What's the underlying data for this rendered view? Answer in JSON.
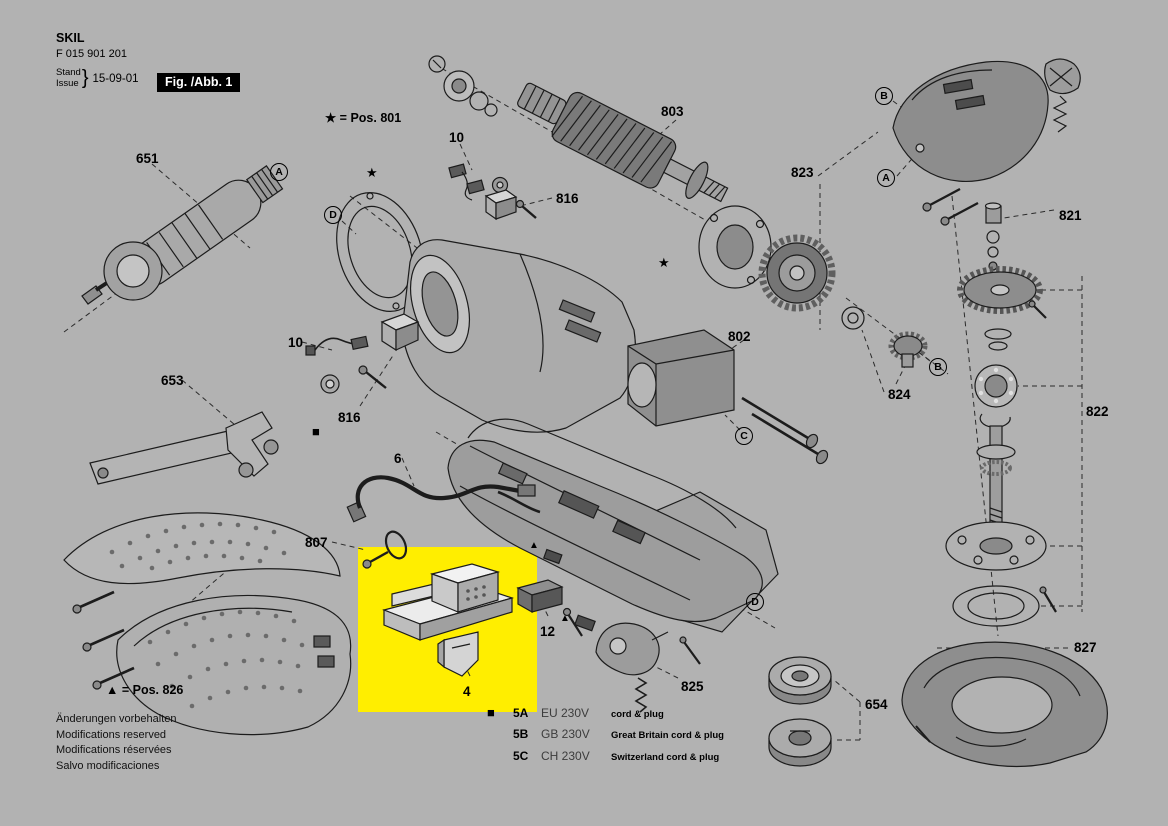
{
  "header": {
    "brand": "SKIL",
    "model_number": "F 015 901 201",
    "stand_label": "Stand",
    "issue_label": "Issue",
    "brace": "}",
    "date": "15-09-01",
    "figure_label": "Fig. /Abb. 1"
  },
  "legend": {
    "star_note": "★ = Pos. 801",
    "triangle_note": "▲ = Pos. 826"
  },
  "markers": {
    "star": "★",
    "triangle": "▲",
    "square": "■"
  },
  "part_labels": [
    "651",
    "653",
    "10",
    "816",
    "803",
    "823",
    "821",
    "10",
    "816",
    "802",
    "824",
    "822",
    "6",
    "807",
    "12",
    "4",
    "825",
    "654",
    "827"
  ],
  "callout_letters": [
    "A",
    "D",
    "B",
    "A",
    "B",
    "C",
    "D"
  ],
  "cord_legend": [
    {
      "marker": "■",
      "code": "5A",
      "voltage": "EU 230V",
      "description": "cord & plug"
    },
    {
      "marker": "",
      "code": "5B",
      "voltage": "GB 230V",
      "description": "Great Britain cord & plug"
    },
    {
      "marker": "",
      "code": "5C",
      "voltage": "CH 230V",
      "description": "Switzerland cord & plug"
    }
  ],
  "footer_notes": [
    "Änderungen vorbehalten",
    "Modifications reserved",
    "Modifications réservées",
    "Salvo modificaciones"
  ],
  "colors": {
    "background": "#b2b2b2",
    "highlight": "#ffee00",
    "figure_box_bg": "#000000",
    "figure_box_text": "#ffffff"
  }
}
